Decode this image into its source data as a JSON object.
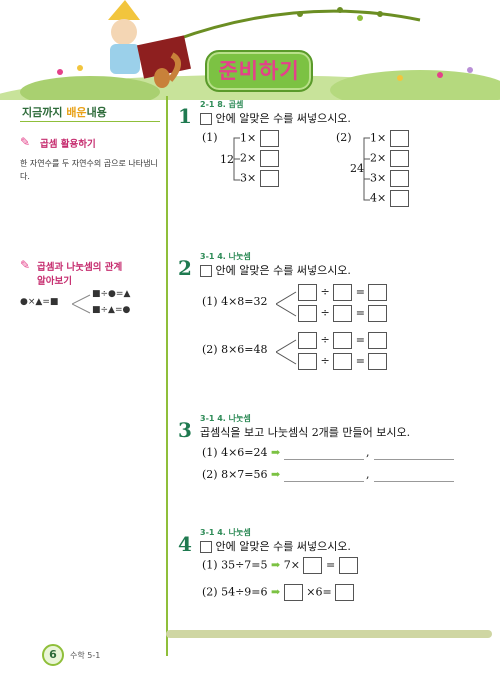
{
  "header": {
    "title": "준비하기",
    "sidebar_heading": [
      "지금까지 ",
      "배운",
      "내용"
    ]
  },
  "sidebar": {
    "topic1": "곱셈 활용하기",
    "topic1_desc": "한 자연수를 두 자연수의 곱으로 나타냅니다.",
    "topic2_line1": "곱셈과 나눗셈의 관계",
    "topic2_line2": "알아보기",
    "diagram_left": "●×▲=■",
    "diagram_top": "■÷●=▲",
    "diagram_bottom": "■÷▲=●"
  },
  "problems": {
    "p1": {
      "number": "1",
      "unit": "2-1 8. 곱셈",
      "instruction": "안에 알맞은 수를 써넣으시오.",
      "part1_label": "(1)",
      "part1_number": "12",
      "part1_rows": [
        "1×",
        "2×",
        "3×"
      ],
      "part2_label": "(2)",
      "part2_number": "24",
      "part2_rows": [
        "1×",
        "2×",
        "3×",
        "4×"
      ]
    },
    "p2": {
      "number": "2",
      "unit": "3-1 4. 나눗셈",
      "instruction": "안에 알맞은 수를 써넣으시오.",
      "part1": "(1) 4×8=32",
      "part2": "(2) 8×6=48",
      "div_sign": "÷",
      "eq_sign": "="
    },
    "p3": {
      "number": "3",
      "unit": "3-1 4. 나눗셈",
      "instruction": "곱셈식을 보고 나눗셈식 2개를 만들어 보시오.",
      "part1": "(1) 4×6=24",
      "part2": "(2) 8×7=56",
      "comma": ","
    },
    "p4": {
      "number": "4",
      "unit": "3-1 4. 나눗셈",
      "instruction": "안에 알맞은 수를 써넣으시오.",
      "part1_lhs": "(1) 35÷7=5",
      "part1_mid": "7×",
      "part2_lhs": "(2) 54÷9=6",
      "part2_mid": "×6=",
      "eq_sign": "="
    }
  },
  "footer": {
    "page_number": "6",
    "book": "수학 5-1"
  },
  "colors": {
    "accent_green": "#1f7a50",
    "sidebar_line": "#8fbf3a",
    "title_box": "#7cc243",
    "arrow": "#7cc243",
    "pink": "#e4418a"
  }
}
